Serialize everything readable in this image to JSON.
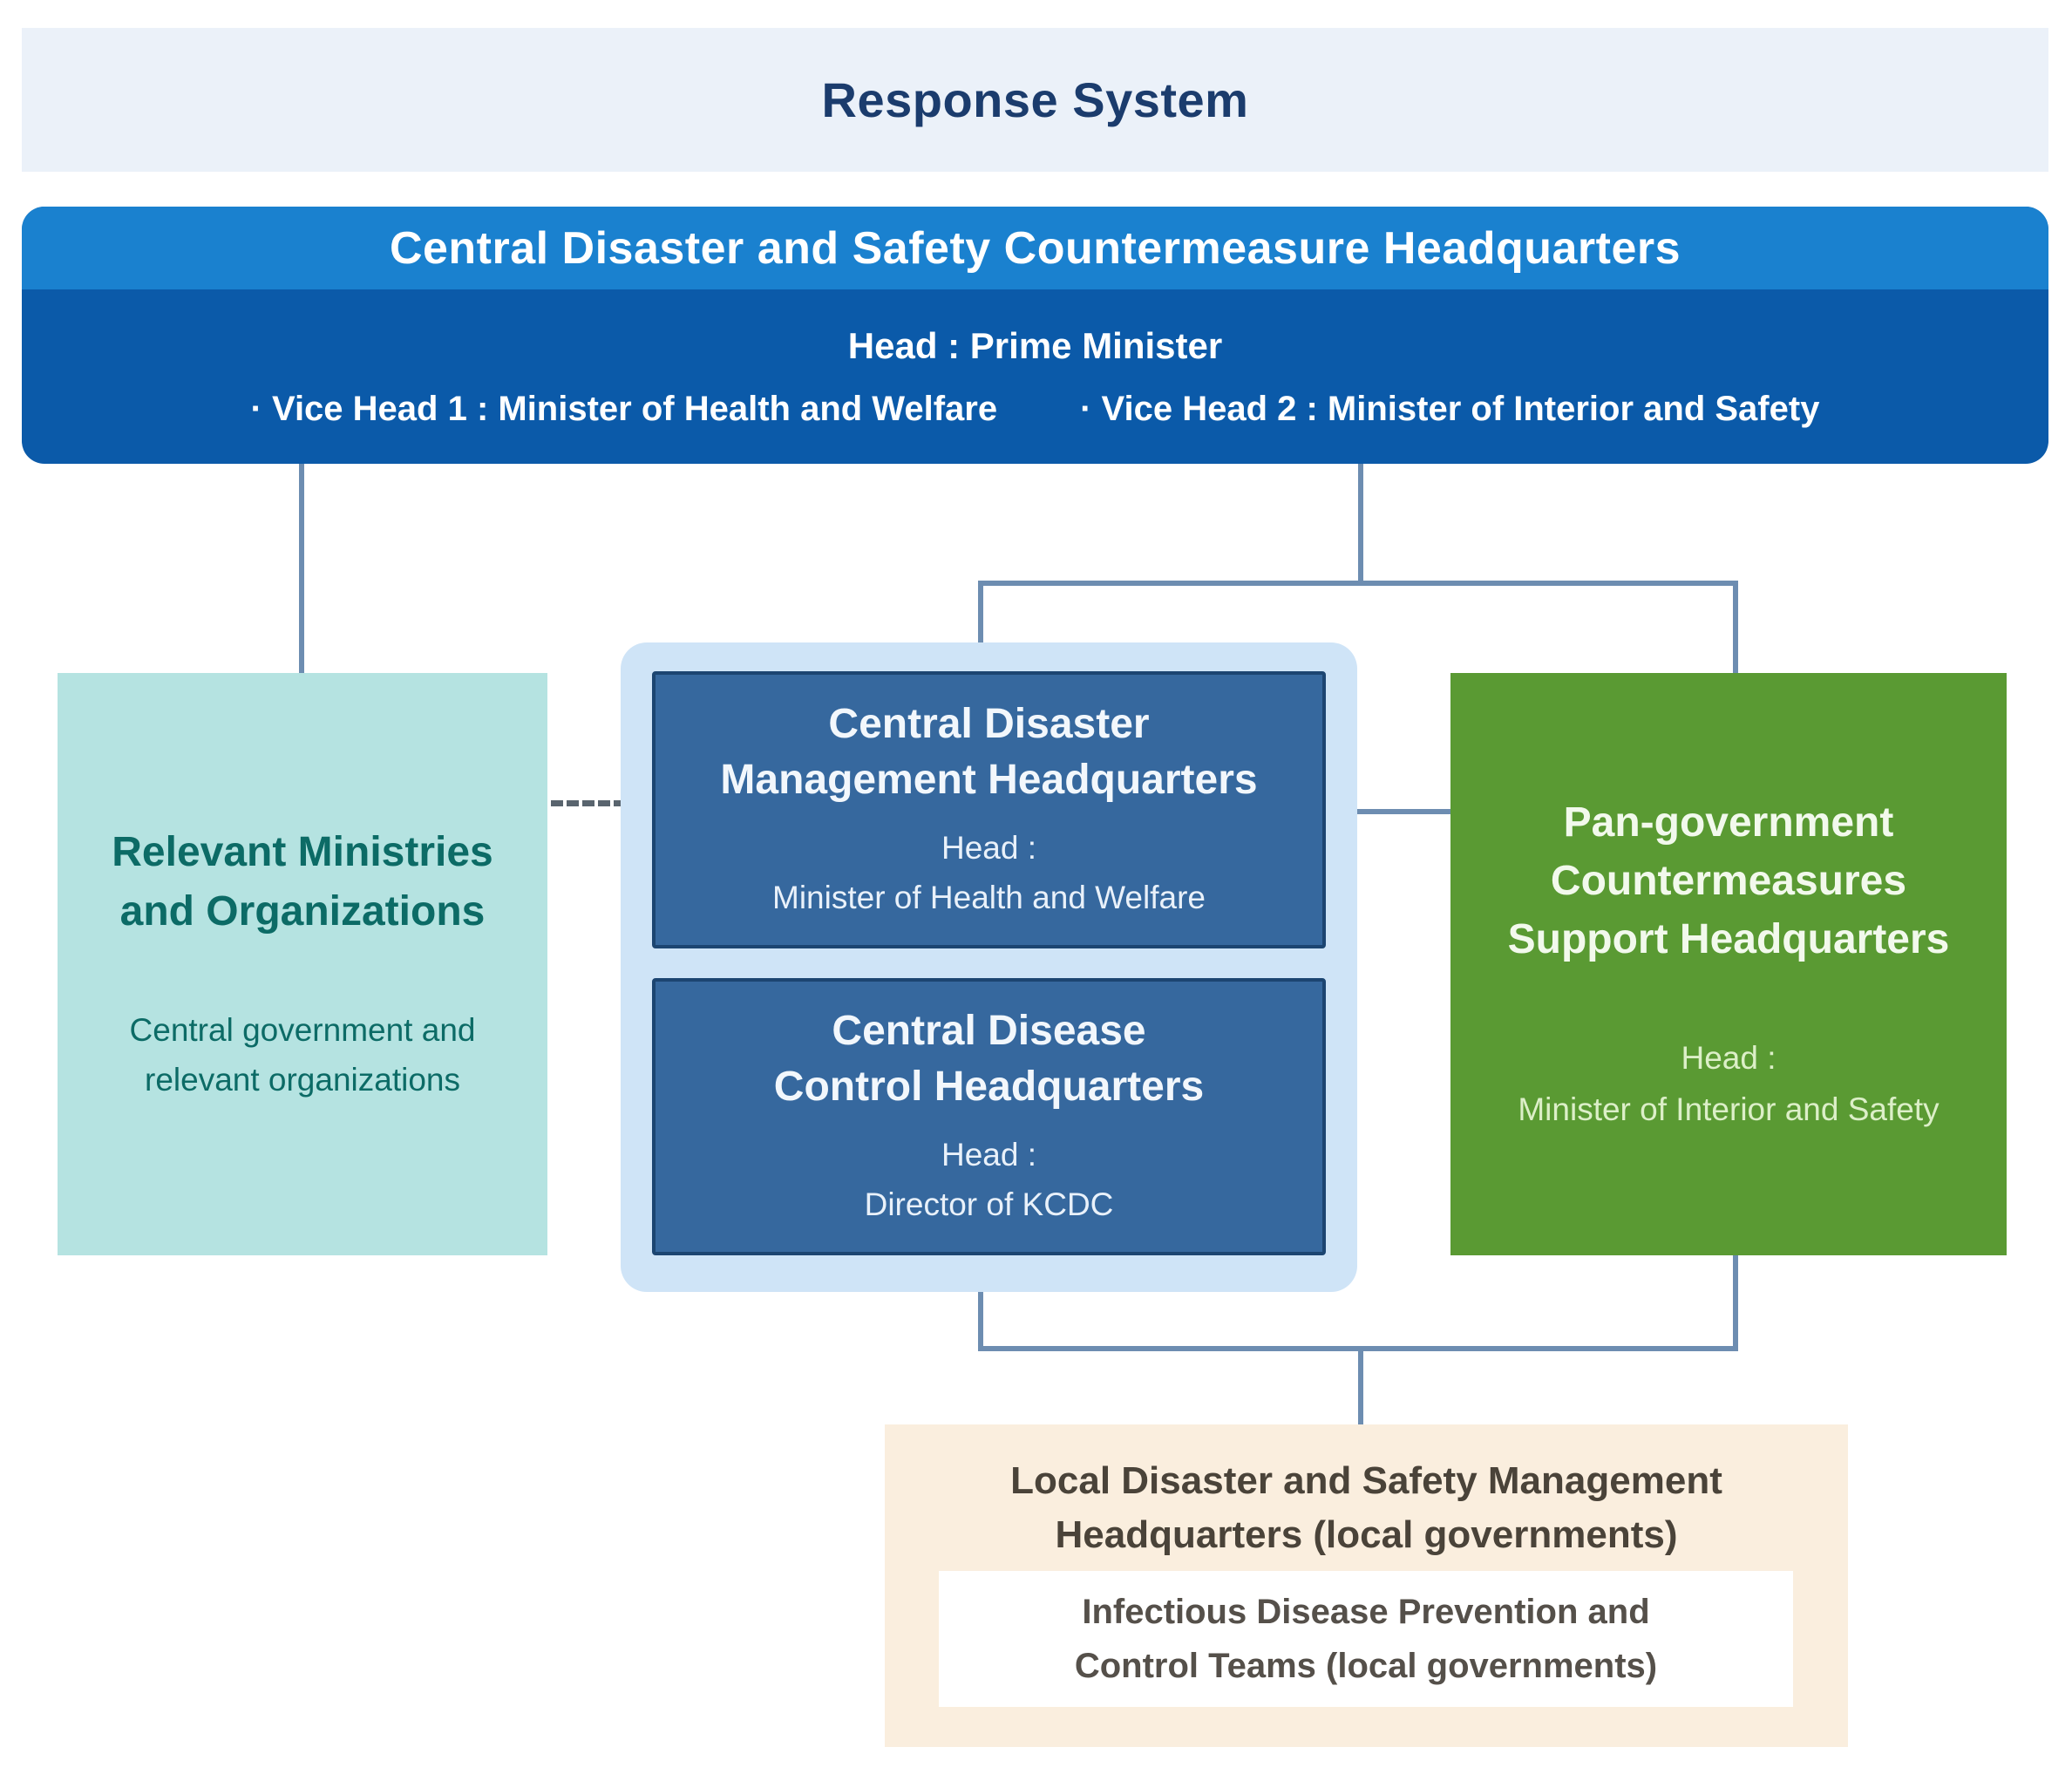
{
  "banner": {
    "title": "Response System"
  },
  "central_hq": {
    "title": "Central Disaster and Safety Countermeasure Headquarters",
    "head": "Head : Prime Minister",
    "vice_head_1": "· Vice Head 1 : Minister of Health and Welfare",
    "vice_head_2": "· Vice Head 2 : Minister of Interior and Safety"
  },
  "relevant_ministries": {
    "title": "Relevant Ministries\nand Organizations",
    "description": "Central government and\nrelevant organizations"
  },
  "central_disaster_mgmt": {
    "title": "Central Disaster\nManagement Headquarters",
    "head_label": "Head :",
    "head_value": "Minister of Health and Welfare"
  },
  "central_disease_control": {
    "title": "Central Disease\nControl Headquarters",
    "head_label": "Head :",
    "head_value": "Director of KCDC"
  },
  "pan_government": {
    "title": "Pan-government\nCountermeasures\nSupport Headquarters",
    "head_label": "Head :",
    "head_value": "Minister of Interior and Safety"
  },
  "local_hq": {
    "title": "Local Disaster and Safety Management\nHeadquarters (local governments)",
    "sub_panel": "Infectious Disease Prevention and\nControl Teams (local governments)"
  },
  "colors": {
    "banner_bg": "#ebf1f9",
    "banner_text": "#1b3c6d",
    "hq_top_bg": "#1a81cf",
    "hq_bottom_bg": "#0b5aa9",
    "hq_text": "#ffffff",
    "teal_box_bg": "#b5e3e1",
    "teal_text": "#0c6b66",
    "mid_container_bg": "#cfe4f7",
    "mid_box_bg": "#36689e",
    "mid_box_border": "#1c4571",
    "green_box_bg": "#5a9a33",
    "green_title_text": "#f2f9ec",
    "green_head_text": "#dcefc8",
    "cream_box_bg": "#faeede",
    "cream_text": "#4a4339",
    "white_panel_bg": "#ffffff",
    "white_panel_text": "#55504a",
    "connector": "#6d8db1",
    "dashed_connector": "#59646e"
  }
}
